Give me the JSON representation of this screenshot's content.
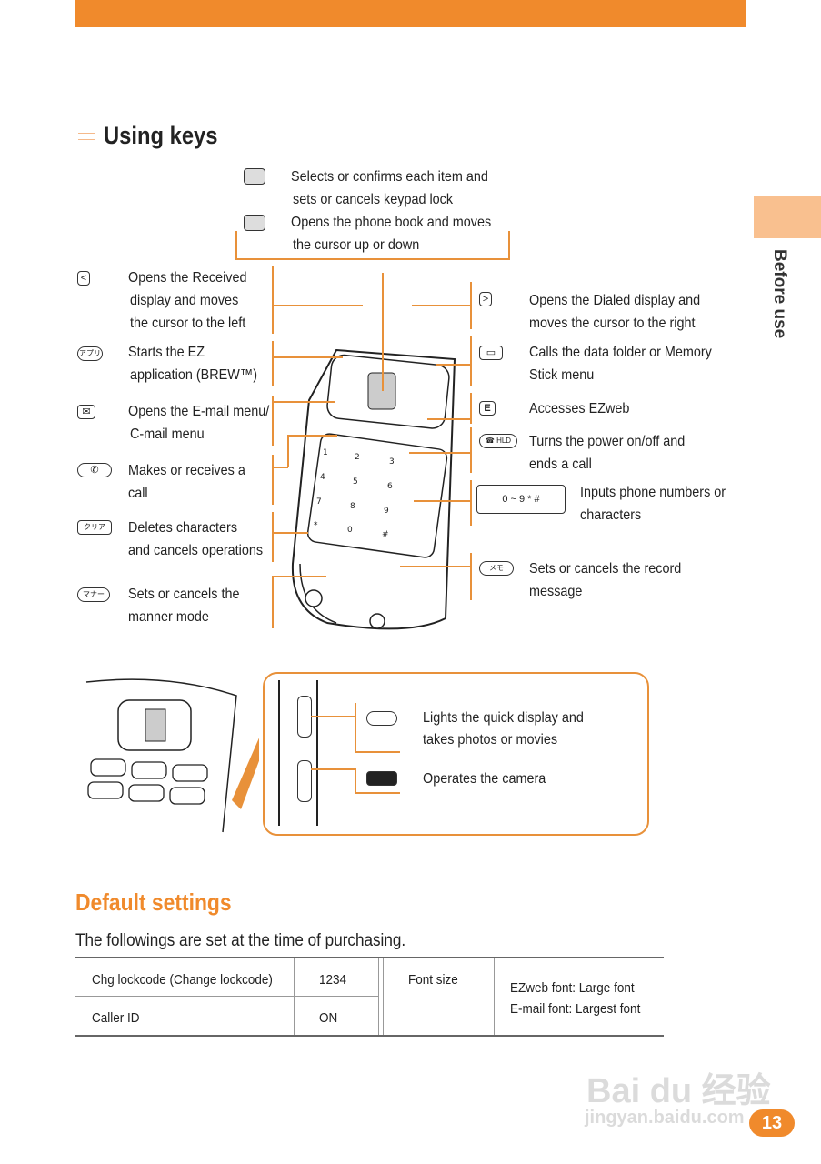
{
  "header": {
    "accent": "#f08a2c",
    "side_tab": "Before use"
  },
  "section1": {
    "title": "Using keys",
    "top": [
      {
        "icon": "center-select-key-icon",
        "lines": [
          "Selects or confirms each item and",
          "sets or cancels keypad lock"
        ]
      },
      {
        "icon": "up-down-key-icon",
        "lines": [
          "Opens the phone book and moves",
          "the cursor up or down"
        ]
      }
    ],
    "left": [
      {
        "key": "<",
        "icon": "left-key-icon",
        "lines": [
          "Opens the Received",
          "display and moves",
          "the cursor to the left"
        ]
      },
      {
        "key": "アプリ",
        "icon": "app-key-icon",
        "lines": [
          "Starts the EZ",
          "application (BREW™)"
        ]
      },
      {
        "key": "✉",
        "icon": "mail-key-icon",
        "lines": [
          "Opens the E-mail menu/",
          "C-mail menu"
        ]
      },
      {
        "key": "✆",
        "icon": "call-key-icon",
        "lines": [
          "Makes or receives a",
          "call"
        ]
      },
      {
        "key": "クリア",
        "icon": "clear-key-icon",
        "lines": [
          "Deletes characters",
          "and cancels operations"
        ]
      },
      {
        "key": "マナー",
        "icon": "manner-key-icon",
        "lines": [
          "Sets or cancels the",
          "manner mode"
        ]
      }
    ],
    "right": [
      {
        "key": ">",
        "icon": "right-key-icon",
        "lines": [
          "Opens the Dialed display and",
          "moves the cursor to the right"
        ]
      },
      {
        "key": "▭",
        "icon": "folder-key-icon",
        "lines": [
          "Calls the data folder or Memory",
          "Stick menu"
        ]
      },
      {
        "key": "E",
        "icon": "ezweb-key-icon",
        "lines": [
          "Accesses EZweb"
        ]
      },
      {
        "key": "☎ HLD",
        "icon": "power-key-icon",
        "lines": [
          "Turns the power on/off and",
          "ends a call"
        ]
      },
      {
        "key": "0 ~ 9 * #",
        "icon": "number-keys-icon",
        "lines": [
          "Inputs phone numbers or",
          "characters"
        ]
      },
      {
        "key": "メモ",
        "icon": "memo-key-icon",
        "lines": [
          "Sets or cancels the record",
          "message"
        ]
      }
    ],
    "side": [
      {
        "icon": "light-key-icon",
        "lines": [
          "Lights the quick display and",
          "takes photos or movies"
        ]
      },
      {
        "icon": "camera-key-icon",
        "lines": [
          "Operates the camera"
        ]
      }
    ]
  },
  "section2": {
    "title": "Default settings",
    "intro": "The followings are set at the time of purchasing.",
    "table": [
      {
        "label": "Chg lockcode (Change lockcode)",
        "value": "1234"
      },
      {
        "label": "Caller ID",
        "value": "ON"
      }
    ],
    "font_label": "Font size",
    "font_values": [
      "EZweb font: Large font",
      "E-mail font: Largest font"
    ]
  },
  "watermark": {
    "text": "Bai du 经验",
    "url": "jingyan.baidu.com"
  },
  "page_number": "13"
}
